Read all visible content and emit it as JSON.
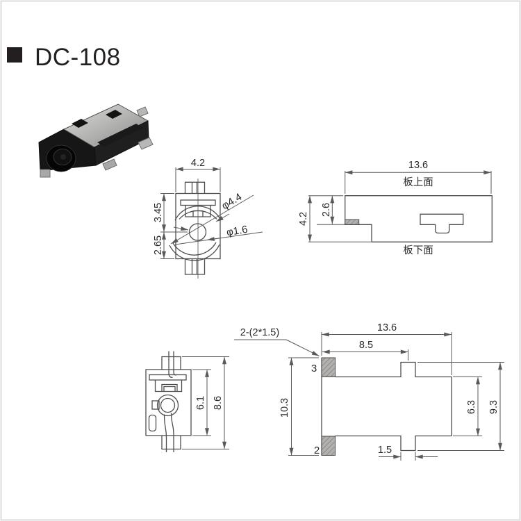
{
  "header": {
    "title": "DC-108"
  },
  "front_view": {
    "dim_width": "4.2",
    "dim_upper": "3.45",
    "dim_lower": "2.65",
    "dim_barrel": "φ4.4",
    "dim_pin": "φ1.6"
  },
  "side_view": {
    "dim_length": "13.6",
    "dim_height": "4.2",
    "dim_above_board": "2.6",
    "label_board_top": "板上面",
    "label_board_bottom": "板下面"
  },
  "end_view": {
    "dim_body": "6.1",
    "dim_total": "8.6"
  },
  "bottom_view": {
    "dim_length": "13.6",
    "dim_pad_to_peg": "8.5",
    "dim_pad_span": "10.3",
    "dim_body": "6.3",
    "dim_peg_span": "9.3",
    "dim_peg_width": "1.5",
    "pad_note": "2-(2*1.5)",
    "pin_top": "3",
    "pin_bottom": "2"
  },
  "colors": {
    "outline": "#4d4d4f",
    "dimension": "#595959",
    "text": "#2b2a29",
    "pad_fill": "#b3b0b0",
    "title_black": "#231f20"
  }
}
